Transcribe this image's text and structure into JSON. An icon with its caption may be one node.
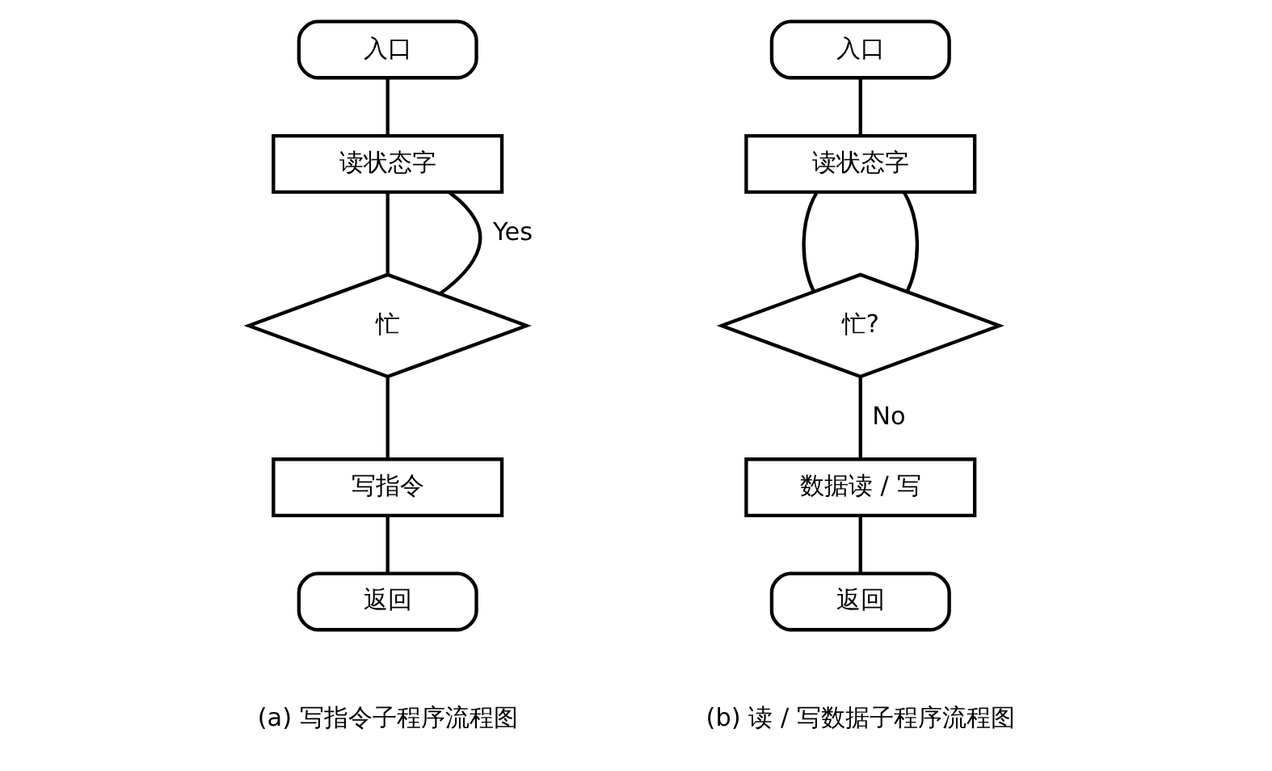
{
  "diagram": {
    "nodes": [
      {
        "text": [
          "入口"
        ]
      },
      {
        "text": [
          "读状态字"
        ]
      },
      {
        "text": [
          "忙"
        ]
      },
      {
        "text": [
          "写指令"
        ]
      },
      {
        "text": [
          "返回"
        ]
      },
      {
        "text": [
          "入口"
        ]
      },
      {
        "text": [
          "读状态字"
        ]
      },
      {
        "text": [
          "忙?"
        ]
      },
      {
        "text": [
          "数据读 / 写"
        ]
      },
      {
        "text": [
          "返回"
        ]
      }
    ],
    "edges": [
      {
        "from": 0,
        "to": 1,
        "arrow": "none"
      },
      {
        "from": 1,
        "to": 2,
        "arrow": "none"
      },
      {
        "from": 2,
        "to": 1,
        "arrow": "none",
        "label": "Yes"
      },
      {
        "from": 2,
        "to": 3,
        "arrow": "none"
      },
      {
        "from": 3,
        "to": 4,
        "arrow": "none"
      },
      {
        "from": 5,
        "to": 6,
        "arrow": "none"
      },
      {
        "from": 6,
        "to": 7,
        "arrow": "none"
      },
      {
        "from": 7,
        "to": 6,
        "arrow": "none"
      },
      {
        "from": 7,
        "to": 8,
        "arrow": "none",
        "label": "No"
      },
      {
        "from": 8,
        "to": 9,
        "arrow": "none"
      }
    ],
    "labels": [
      "(a) 写指令子程序流程图",
      "(b) 读 / 写数据子程序流程图"
    ]
  }
}
